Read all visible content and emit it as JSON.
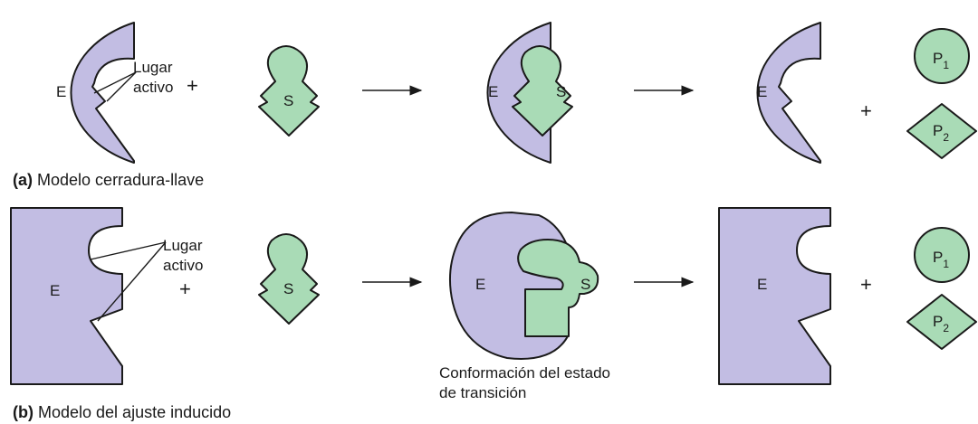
{
  "labels": {
    "enzyme": "E",
    "substrate": "S",
    "product1": "P",
    "product1_sub": "1",
    "product2": "P",
    "product2_sub": "2",
    "plus": "+",
    "active_site_line1": "Lugar",
    "active_site_line2": "activo",
    "transition_line1": "Conformación del estado",
    "transition_line2": "de transición"
  },
  "panels": {
    "a": {
      "letter": "(a)",
      "title": "Modelo cerradura-llave"
    },
    "b": {
      "letter": "(b)",
      "title": "Modelo del ajuste inducido"
    }
  },
  "colors": {
    "enzyme": "#c2bde3",
    "substrate": "#a9dbb6",
    "outline": "#1a1a1a"
  }
}
